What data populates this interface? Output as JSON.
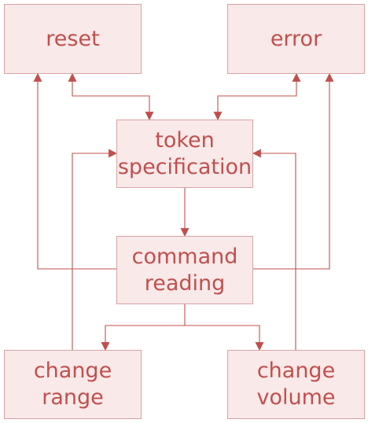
{
  "colors": {
    "node_fill": "#f9e9e9",
    "node_border": "#d9a3a3",
    "text": "#c0504d",
    "edge": "#c0504d"
  },
  "nodes": {
    "reset": "reset",
    "error": "error",
    "token_specification": "token\nspecification",
    "command_reading": "command\nreading",
    "change_range": "change\nrange",
    "change_volume": "change\nvolume"
  },
  "edges": [
    {
      "from": "token_specification",
      "to": "reset",
      "arrows": "both"
    },
    {
      "from": "token_specification",
      "to": "error",
      "arrows": "both"
    },
    {
      "from": "token_specification",
      "to": "command_reading",
      "arrows": "end"
    },
    {
      "from": "command_reading",
      "to": "reset",
      "arrows": "end"
    },
    {
      "from": "command_reading",
      "to": "error",
      "arrows": "end"
    },
    {
      "from": "command_reading",
      "to": "change_range",
      "arrows": "end"
    },
    {
      "from": "command_reading",
      "to": "change_volume",
      "arrows": "end"
    },
    {
      "from": "change_range",
      "to": "token_specification",
      "arrows": "end"
    },
    {
      "from": "change_volume",
      "to": "token_specification",
      "arrows": "end"
    }
  ]
}
